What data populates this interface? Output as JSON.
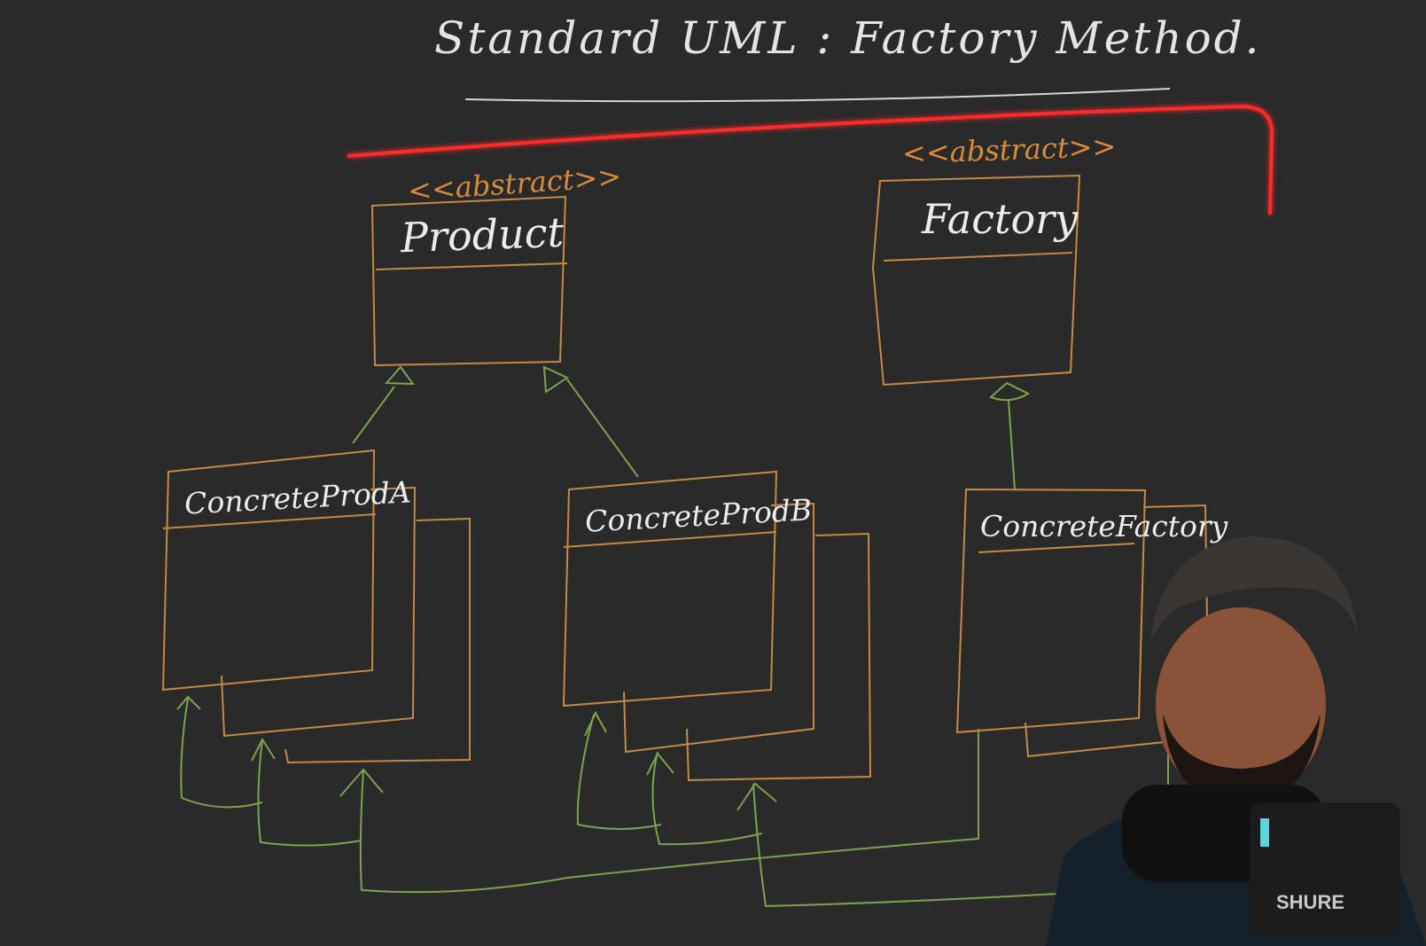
{
  "title": "Standard UML : Factory Method.",
  "stereotypes": {
    "product": "<<abstract>>",
    "factory": "<<abstract>>"
  },
  "classes": {
    "product": "Product",
    "factory": "Factory",
    "concrete_prod_a": "ConcreteProdA",
    "concrete_prod_b": "ConcreteProdB",
    "concrete_factory": "ConcreteFactory"
  },
  "webcam": {
    "mic_brand": "SHURE"
  },
  "colors": {
    "board": "#2a2a2a",
    "chalk_white": "#e4e4e4",
    "box_orange": "#c48a45",
    "stereotype_orange": "#d98a3a",
    "arrow_green": "#7da24f",
    "highlight_red": "#ff2a2a"
  }
}
